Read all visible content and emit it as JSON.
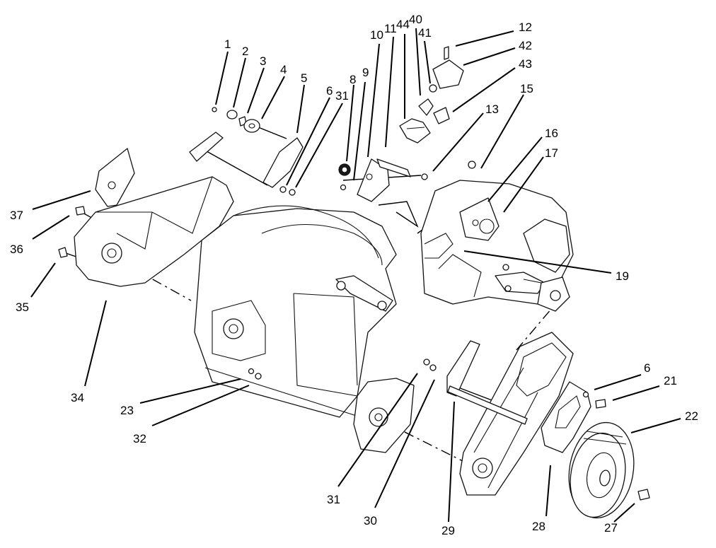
{
  "callouts": [
    "1",
    "2",
    "3",
    "4",
    "5",
    "6",
    "31",
    "8",
    "9",
    "10",
    "11",
    "44",
    "40",
    "41",
    "12",
    "42",
    "43",
    "13",
    "15",
    "16",
    "17",
    "19",
    "37",
    "36",
    "35",
    "34",
    "23",
    "32",
    "31",
    "30",
    "29",
    "28",
    "27",
    "22",
    "21",
    "6"
  ]
}
